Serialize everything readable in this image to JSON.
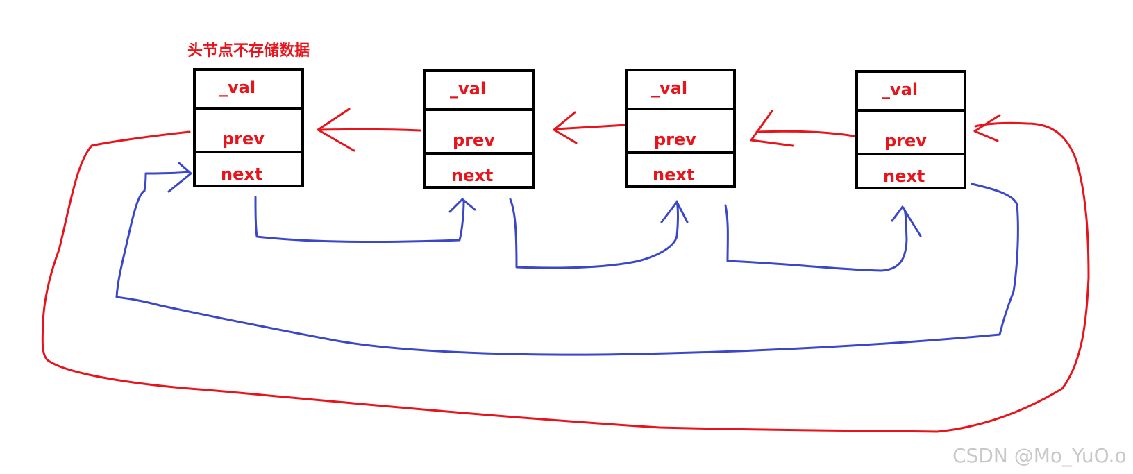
{
  "annotation": {
    "head_note": "头节点不存储数据"
  },
  "nodes": [
    {
      "val": "_val",
      "prev": "prev",
      "next": "next"
    },
    {
      "val": "_val",
      "prev": "prev",
      "next": "next"
    },
    {
      "val": "_val",
      "prev": "prev",
      "next": "next"
    },
    {
      "val": "_val",
      "prev": "prev",
      "next": "next"
    }
  ],
  "watermark": "CSDN @Mo_YuO.o",
  "colors": {
    "prev_arrow": "#e8141b",
    "next_arrow": "#3a47c8",
    "text": "#e8141b",
    "border": "#000000"
  }
}
